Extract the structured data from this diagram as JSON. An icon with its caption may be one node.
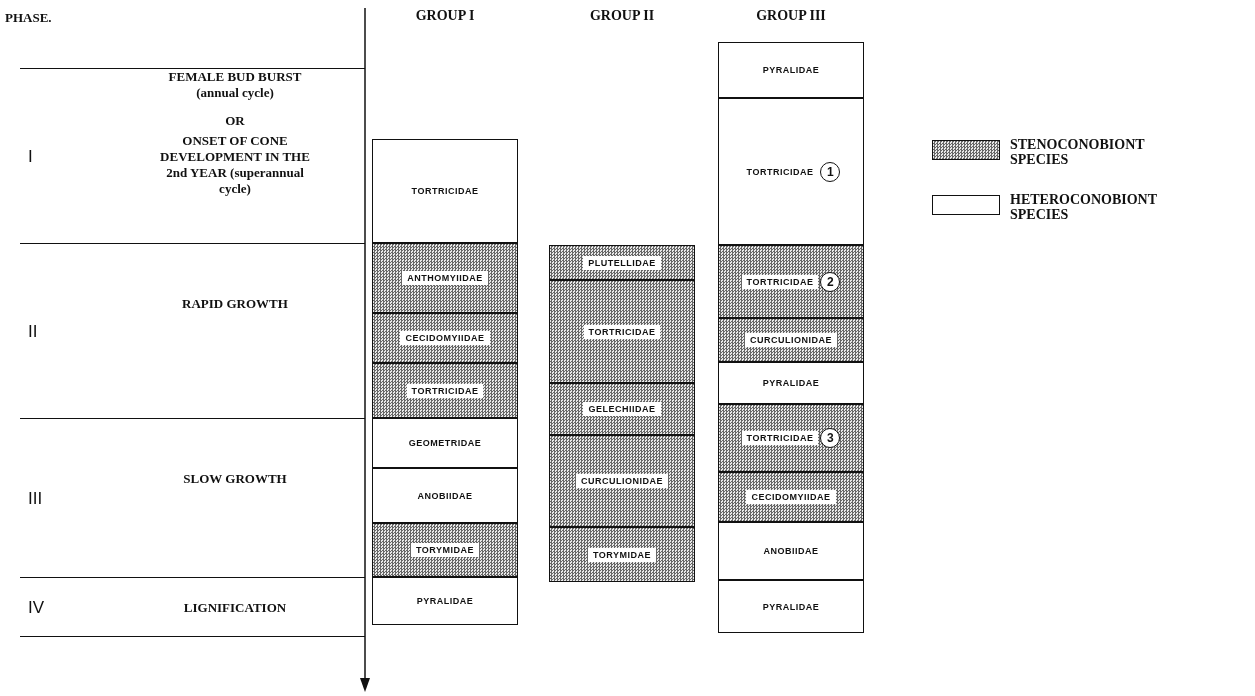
{
  "diagram": {
    "nodes": [
      {
        "text": [
          "I",
          "FEMALE BUD BURST (annual cycle)",
          "OR",
          "ONSET OF CONE DEVELOPMENT IN THE 2nd YEAR (superannual cycle)"
        ]
      },
      {
        "text": [
          "II",
          "RAPID GROWTH"
        ]
      },
      {
        "text": [
          "III",
          "SLOW GROWTH"
        ]
      },
      {
        "text": [
          "IV",
          "LIGNIFICATION"
        ]
      },
      {
        "text": [
          "GROUP I"
        ]
      },
      {
        "text": [
          "TORTRICIDAE"
        ],
        "in": 4
      },
      {
        "text": [
          "ANTHOMYIIDAE"
        ],
        "in": 4
      },
      {
        "text": [
          "CECIDOMYIIDAE"
        ],
        "in": 4
      },
      {
        "text": [
          "TORTRICIDAE"
        ],
        "in": 4
      },
      {
        "text": [
          "GEOMETRIDAE"
        ],
        "in": 4
      },
      {
        "text": [
          "ANOBIIDAE"
        ],
        "in": 4
      },
      {
        "text": [
          "TORYMIDAE"
        ],
        "in": 4
      },
      {
        "text": [
          "PYRALIDAE"
        ],
        "in": 4
      },
      {
        "text": [
          "GROUP II"
        ]
      },
      {
        "text": [
          "PLUTELLIDAE"
        ],
        "in": 13
      },
      {
        "text": [
          "TORTRICIDAE"
        ],
        "in": 13
      },
      {
        "text": [
          "GELECHIIDAE"
        ],
        "in": 13
      },
      {
        "text": [
          "CURCULIONIDAE"
        ],
        "in": 13
      },
      {
        "text": [
          "TORYMIDAE"
        ],
        "in": 13
      },
      {
        "text": [
          "GROUP III"
        ]
      },
      {
        "text": [
          "PYRALIDAE"
        ],
        "in": 19
      },
      {
        "text": [
          "TORTRICIDAE",
          "1"
        ],
        "in": 19
      },
      {
        "text": [
          "TORTRICIDAE",
          "2"
        ],
        "in": 19
      },
      {
        "text": [
          "CURCULIONIDAE"
        ],
        "in": 19
      },
      {
        "text": [
          "PYRALIDAE"
        ],
        "in": 19
      },
      {
        "text": [
          "TORTRICIDAE",
          "3"
        ],
        "in": 19
      },
      {
        "text": [
          "CECIDOMYIIDAE"
        ],
        "in": 19
      },
      {
        "text": [
          "ANOBIIDAE"
        ],
        "in": 19
      },
      {
        "text": [
          "PYRALIDAE"
        ],
        "in": 19
      }
    ],
    "labels": [
      "PHASE."
    ],
    "legend": [
      {
        "text": "STENOCONOBIONT SPECIES"
      },
      {
        "text": "HETEROCONOBIONT SPECIES"
      }
    ]
  }
}
